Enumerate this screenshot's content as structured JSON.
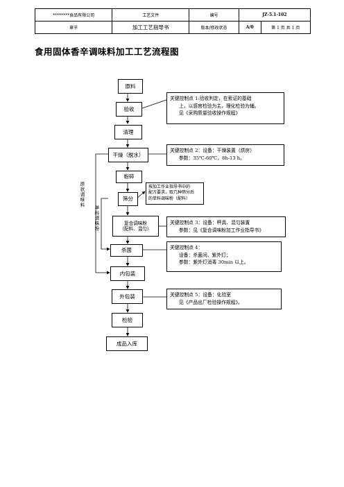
{
  "header": {
    "company": "********食品有限公司",
    "doc_type": "工艺文件",
    "number_label": "编号",
    "number_value": "JZ-5.1-102",
    "chapter_label": "章节",
    "doc_title": "加工工艺指导书",
    "version_label": "版本/修改状态",
    "version_value": "A/0",
    "page_info": "第 1 页   共 1 页"
  },
  "page_title": "食用固体香辛调味料加工工艺流程图",
  "steps": {
    "raw": "原料",
    "inspect": "验收",
    "clean": "清理",
    "dry": "干燥（脱水）",
    "crush": "粉碎",
    "sieve": "筛分",
    "compound_1": "复合调味粉",
    "compound_2": "（配料、混匀）",
    "sterilize": "杀菌",
    "inner_pack": "内包装",
    "outer_pack": "外包装",
    "test": "检验",
    "store": "成品入库"
  },
  "side_labels": {
    "raw_seasoning": "原状调味料",
    "single_seasoning": "单料调味粉"
  },
  "notes": {
    "cp1_line1": "关键控制点 1:验收判定，在索证的基础",
    "cp1_line2": "上，以感官检验为主，理化检验为辅。",
    "cp1_line3": "见《采购质量验收操作规程》",
    "cp2_line1": "关键控制点 2：设备：干燥装置（烘房）",
    "cp2_line2": "参数：35℃-60℃，8h-13 h。",
    "guide_line1": "按加工作业指导书中的",
    "guide_line2": "配方要求，取几种筛分后",
    "guide_line3": "的单料调味粉（配料）",
    "cp3_line1": "关键控制点 3：设备：秤具、混匀装置",
    "cp3_line2": "参数：见《复合调味粉加工作业指导书》",
    "cp4_line1": "关键控制点 4：",
    "cp4_line2": "设备：杀菌间、紫外灯；",
    "cp4_line3": "参数：紫外灯消毒 30min 以上。",
    "cp5_line1": "关键控制点 5：设备：化验室",
    "cp5_line2": "见《产品出厂检验操作规程》。"
  }
}
